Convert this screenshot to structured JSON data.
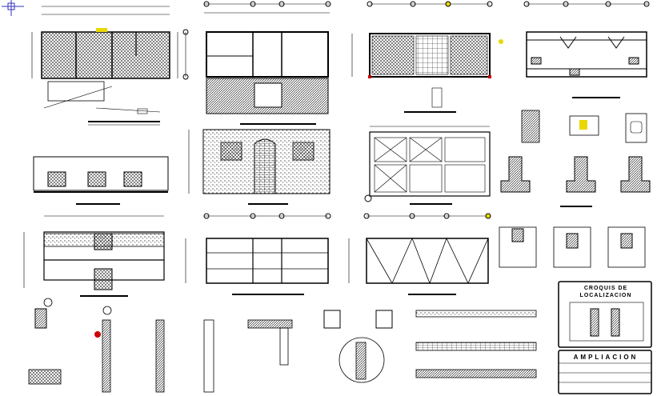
{
  "title_block": {
    "croquis_line1": "CROQUIS DE",
    "croquis_line2": "LOCALIZACION",
    "ampliacion": "AMPLIACION"
  },
  "colors": {
    "ink": "#000000",
    "grid_marker": "#e8d800",
    "accent_red": "#cc0000",
    "crosshair": "#3030c0"
  },
  "drawings": [
    "floor-plan-existing",
    "floor-plan-ground",
    "floor-plan-upper",
    "floor-plan-structural",
    "elevation-rear",
    "elevation-front",
    "elevation-lateral",
    "section-longitudinal",
    "foundation-plan",
    "roof-plan",
    "construction-details",
    "location-sketch",
    "title-block"
  ]
}
